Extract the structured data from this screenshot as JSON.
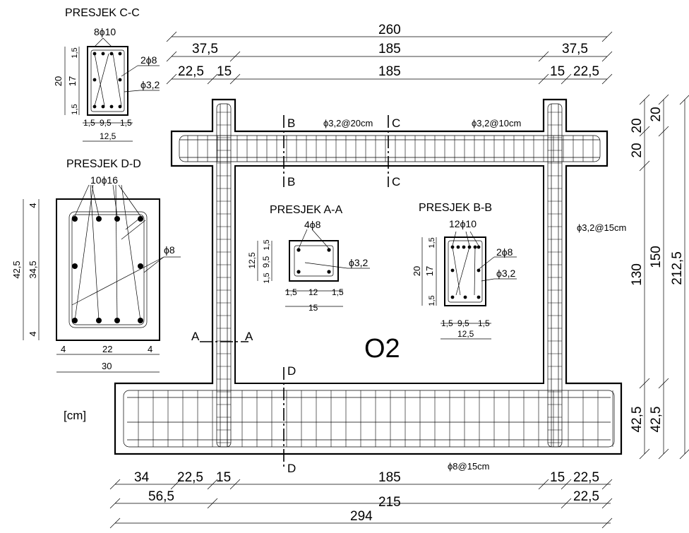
{
  "drawing": {
    "units_label": "[cm]",
    "element_label": "O2",
    "sections": {
      "cc": {
        "title": "PRESJEK C-C",
        "bars_top": "8ϕ10",
        "bars_side": "2ϕ8",
        "stirrup": "ϕ3,2",
        "dims": [
          "1,5",
          "17",
          "1,5",
          "20",
          "1,5",
          "9,5",
          "1,5",
          "12,5"
        ]
      },
      "dd": {
        "title": "PRESJEK D-D",
        "bars_top": "10ϕ16",
        "stirrup": "ϕ8",
        "dims": [
          "4",
          "34,5",
          "4",
          "42,5",
          "4",
          "22",
          "4",
          "30"
        ]
      },
      "aa": {
        "title": "PRESJEK A-A",
        "bars_top": "4ϕ8",
        "stirrup": "ϕ3,2",
        "dims": [
          "1,5",
          "9,5",
          "1,5",
          "12,5",
          "1,5",
          "12",
          "1,5",
          "15"
        ]
      },
      "bb": {
        "title": "PRESJEK B-B",
        "bars_top": "12ϕ10",
        "bars_side": "2ϕ8",
        "stirrup": "ϕ3,2",
        "dims": [
          "1,5",
          "17",
          "1,5",
          "20",
          "1,5",
          "9,5",
          "1,5",
          "12,5"
        ]
      }
    },
    "cut_marks": {
      "a_left": "A",
      "a_right": "A",
      "b_top": "B",
      "b_bottom": "B",
      "c_top": "C",
      "c_bottom": "C",
      "d_top": "D",
      "d_bottom": "D"
    },
    "stirrup_notes": {
      "top_b": "ϕ3,2@20cm",
      "top_c": "ϕ3,2@10cm",
      "side": "ϕ3,2@15cm",
      "bottom": "ϕ8@15cm"
    },
    "top_dims": {
      "row1": [
        "260"
      ],
      "row2": [
        "37,5",
        "185",
        "37,5"
      ],
      "row3": [
        "22,5",
        "15",
        "185",
        "15",
        "22,5"
      ]
    },
    "bottom_dims": {
      "row1": [
        "34",
        "22,5",
        "15",
        "185",
        "15",
        "22,5"
      ],
      "row2": [
        "56,5",
        "215",
        "22,5"
      ],
      "row3": [
        "294"
      ]
    },
    "right_dims": {
      "col1": [
        "20",
        "20",
        "130",
        "42,5"
      ],
      "col2": [
        "20",
        "150",
        "42,5"
      ],
      "col3": [
        "212,5"
      ]
    }
  }
}
